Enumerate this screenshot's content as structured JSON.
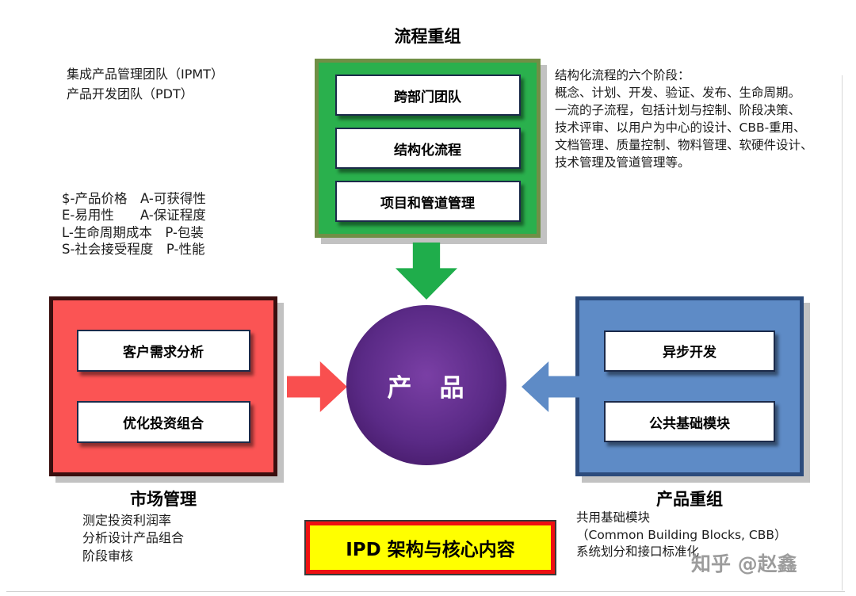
{
  "colors": {
    "process_green": "#2ab04d",
    "process_border": "#708f46",
    "market_red": "#fb5454",
    "market_border": "#3a0f0f",
    "product_blue": "#5e8bc6",
    "product_border": "#2c4b7c",
    "center_purple": "#5a2a86",
    "caption_yellow": "#ffff00",
    "caption_border": "#ee1111"
  },
  "process": {
    "title": "流程重组",
    "items": [
      "跨部门团队",
      "结构化流程",
      "项目和管道管理"
    ]
  },
  "market": {
    "title": "市场管理",
    "items": [
      "客户需求分析",
      "优化投资组合"
    ]
  },
  "product": {
    "title": "产品重组",
    "items": [
      "异步开发",
      "公共基础模块"
    ]
  },
  "center": {
    "label": "产　品"
  },
  "caption": {
    "label": "IPD 架构与核心内容"
  },
  "notes": {
    "top_left": "集成产品管理团队（IPMT）\n产品开发团队（PDT）",
    "mid_left": "$-产品价格　A-可获得性\nE-易用性　　A-保证程度\nL-生命周期成本　P-包装\nS-社会接受程度　P-性能",
    "top_right": "结构化流程的六个阶段：\n概念、计划、开发、验证、发布、生命周期。\n一流的子流程，包括计划与控制、阶段决策、\n技术评审、以用户为中心的设计、CBB-重用、\n文档管理、质量控制、物料管理、软硬件设计、\n技术管理及管道管理等。",
    "bottom_left": "测定投资利润率\n分析设计产品组合\n阶段审核",
    "bottom_right": "共用基础模块\n（Common Building Blocks, CBB）\n系统划分和接口标准化"
  },
  "watermark": "知乎 @赵鑫"
}
